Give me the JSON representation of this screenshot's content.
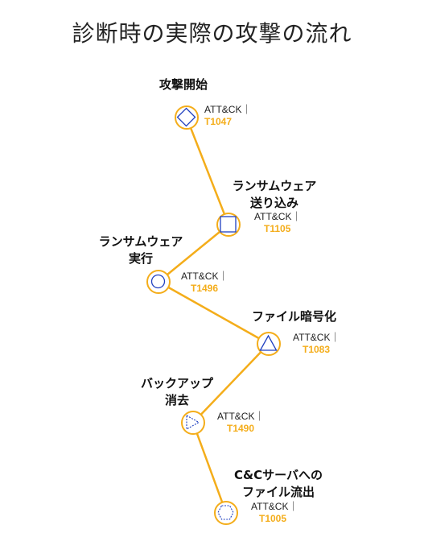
{
  "title": "診断時の実際の攻撃の流れ",
  "steps": [
    {
      "label_lines": [
        "攻撃開始"
      ],
      "att_label": "ATT&CK｜",
      "technique_id": "T1047",
      "icon": "diamond-icon"
    },
    {
      "label_lines": [
        "ランサムウェア",
        "送り込み"
      ],
      "att_label": "ATT&CK｜",
      "technique_id": "T1105",
      "icon": "square-icon"
    },
    {
      "label_lines": [
        "ランサムウェア",
        "実行"
      ],
      "att_label": "ATT&CK｜",
      "technique_id": "T1496",
      "icon": "circle-icon"
    },
    {
      "label_lines": [
        "ファイル暗号化"
      ],
      "att_label": "ATT&CK｜",
      "technique_id": "T1083",
      "icon": "triangle-icon"
    },
    {
      "label_lines": [
        "バックアップ",
        "消去"
      ],
      "att_label": "ATT&CK｜",
      "technique_id": "T1490",
      "icon": "dashed-triangle-right-icon"
    },
    {
      "label_lines": [
        "C&Cサーバへの",
        "ファイル流出"
      ],
      "att_label": "ATT&CK｜",
      "technique_id": "T1005",
      "icon": "dashed-hexagon-icon"
    }
  ],
  "colors": {
    "accent": "#f4ad1a",
    "icon_stroke": "#2040c0",
    "text": "#111111"
  }
}
